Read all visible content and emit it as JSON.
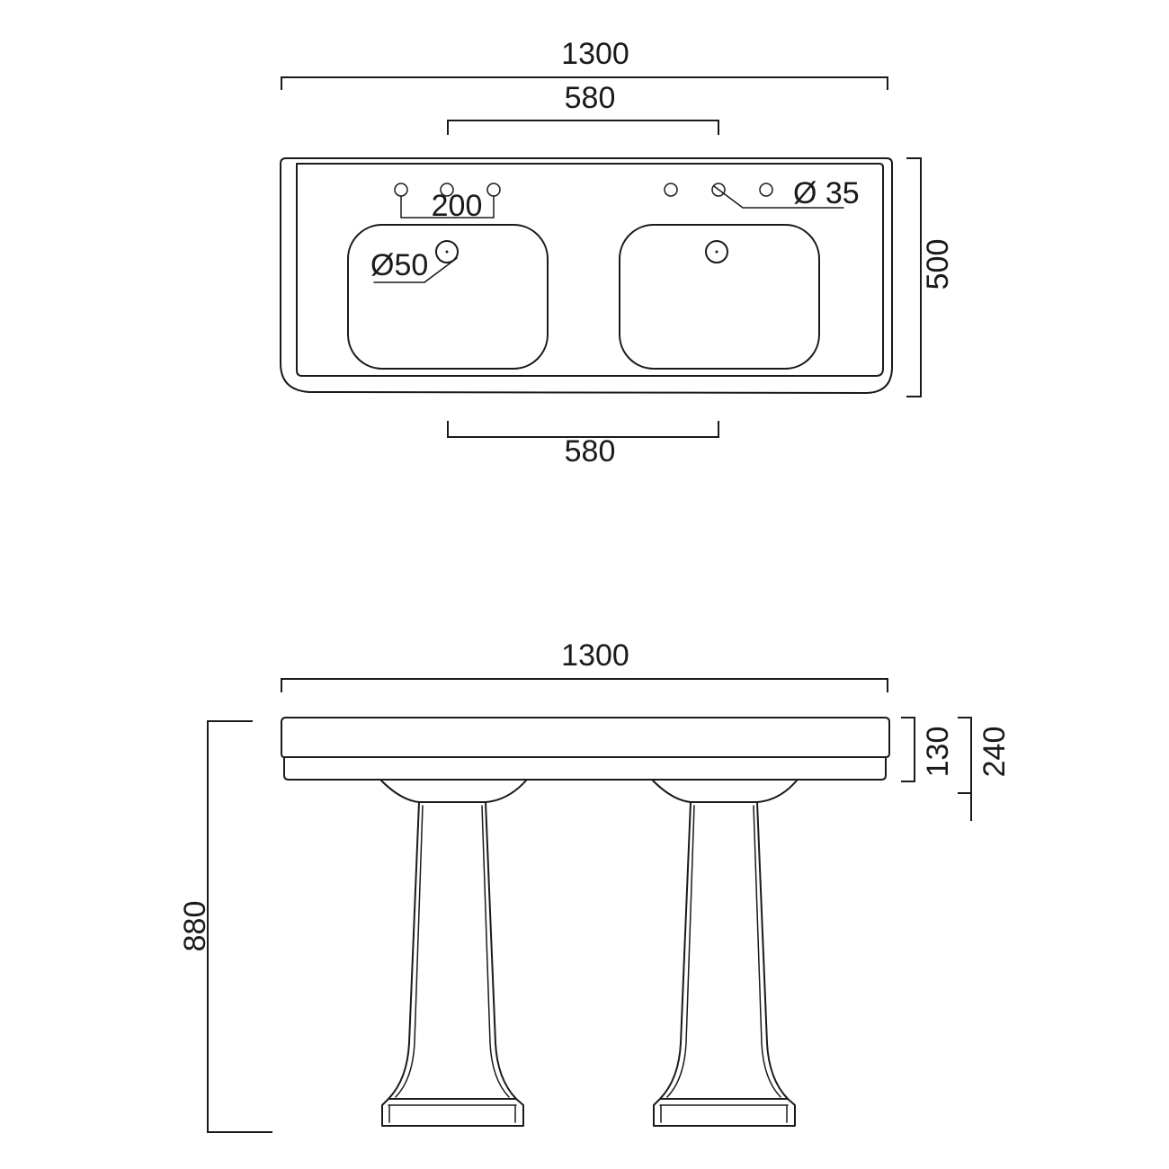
{
  "top_view": {
    "overall_width": "1300",
    "tap_spacing_top": "580",
    "tap_spacing_bottom": "580",
    "depth": "500",
    "tap_centres": "200",
    "tap_hole_diameter": "Ø 35",
    "waste_diameter": "Ø50"
  },
  "front_view": {
    "overall_width": "1300",
    "overall_height": "880",
    "basin_height": "130",
    "rim_to_pedestal": "240"
  },
  "colors": {
    "stroke": "#1a1a1a",
    "background": "#ffffff"
  }
}
